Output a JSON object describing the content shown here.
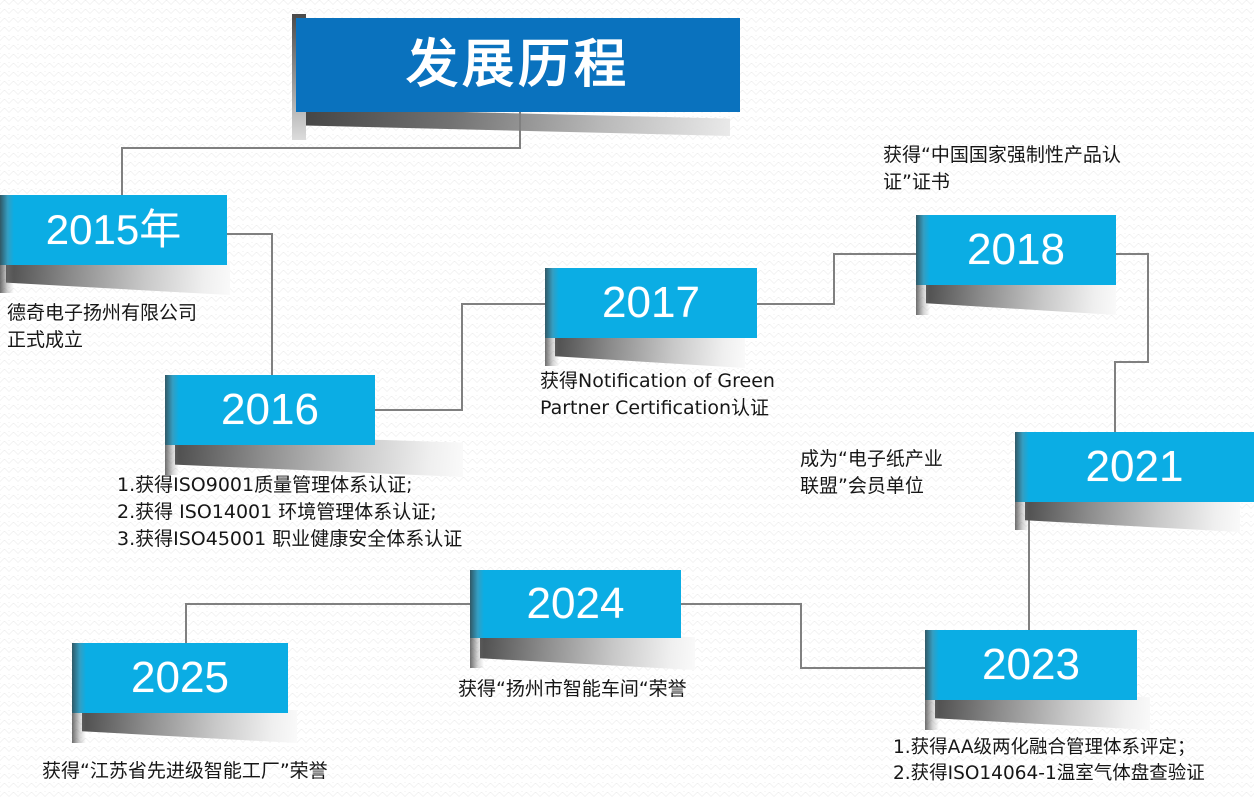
{
  "page": {
    "title": "发展历程",
    "accent_title_blue": "#0a72be",
    "accent_node_blue": "#0bade4",
    "connector_gray": "#808080",
    "text_color": "#161616",
    "background": "#ffffff"
  },
  "nodes": [
    {
      "id": "2015",
      "year": "2015年",
      "caption": "德奇电子扬州有限公司\n正式成立",
      "caption_position": "below"
    },
    {
      "id": "2016",
      "year": "2016",
      "caption": "1.获得ISO9001质量管理体系认证;\n2.获得 ISO14001 环境管理体系认证;\n3.获得ISO45001 职业健康安全体系认证",
      "caption_position": "below"
    },
    {
      "id": "2017",
      "year": "2017",
      "caption": "获得Notification of Green\nPartner Certification认证",
      "caption_position": "below"
    },
    {
      "id": "2018",
      "year": "2018",
      "caption": "获得“中国国家强制性产品认\n证”证书",
      "caption_position": "above"
    },
    {
      "id": "2021",
      "year": "2021",
      "caption": "成为“电子纸产业\n联盟”会员单位",
      "caption_position": "left"
    },
    {
      "id": "2023",
      "year": "2023",
      "caption": "1.获得AA级两化融合管理体系评定；\n2.获得ISO14064-1温室气体盘查验证",
      "caption_position": "below"
    },
    {
      "id": "2024",
      "year": "2024",
      "caption": "获得“扬州市智能车间“荣誉",
      "caption_position": "below"
    },
    {
      "id": "2025",
      "year": "2025",
      "caption": "获得“江苏省先进级智能工厂”荣誉",
      "caption_position": "below"
    }
  ]
}
